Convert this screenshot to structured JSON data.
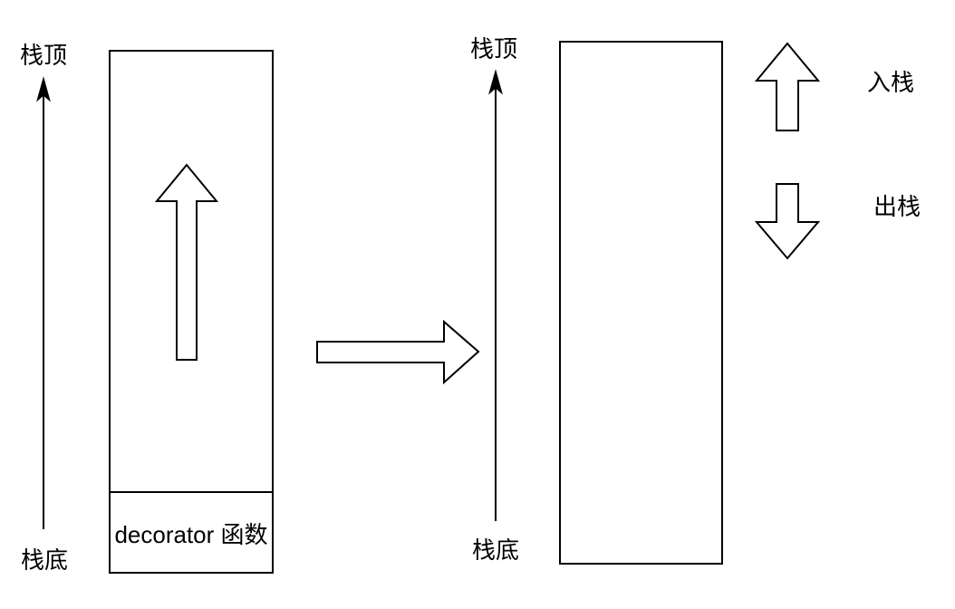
{
  "diagram": {
    "title_semantic": "stack-push-pop-diagram",
    "colors": {
      "background": "#ffffff",
      "ink": "#000000",
      "shape_fill": "#ffffff"
    },
    "left_stack": {
      "top_label": "栈顶",
      "bottom_label": "栈底",
      "frame_label": "decorator 函数"
    },
    "right_stack": {
      "top_label": "栈顶",
      "bottom_label": "栈底"
    },
    "legend": {
      "push_label": "入栈",
      "pop_label": "出栈"
    }
  }
}
